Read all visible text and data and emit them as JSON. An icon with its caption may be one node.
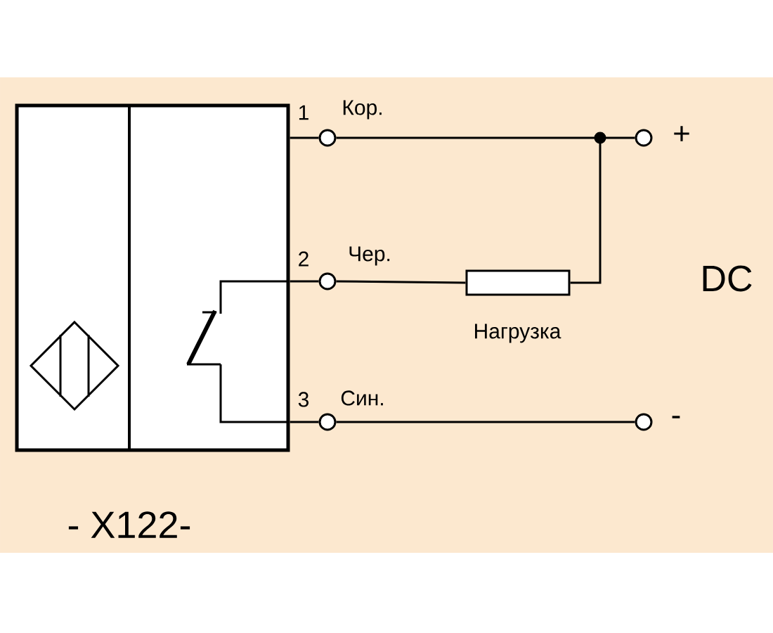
{
  "diagram": {
    "nodes": [
      {
        "text": [],
        "shape": "box"
      },
      {
        "text": [],
        "shape": "circle",
        "beside": [
          "1",
          "Кор."
        ]
      },
      {
        "text": [],
        "shape": "circle",
        "beside": [
          "2",
          "Чер."
        ]
      },
      {
        "text": [],
        "shape": "circle",
        "beside": [
          "3",
          "Син."
        ]
      },
      {
        "text": [],
        "shape": "dot"
      },
      {
        "text": [],
        "shape": "circle",
        "beside": [
          "+"
        ]
      },
      {
        "text": [],
        "shape": "box",
        "beside": [
          "Нагрузка"
        ]
      },
      {
        "text": [],
        "shape": "circle",
        "beside": [
          "-"
        ]
      }
    ],
    "edges": [
      {
        "from": 0,
        "to": 1,
        "arrow": "none"
      },
      {
        "from": 0,
        "to": 2,
        "arrow": "none"
      },
      {
        "from": 0,
        "to": 3,
        "arrow": "none"
      },
      {
        "from": 1,
        "to": 4,
        "arrow": "none"
      },
      {
        "from": 4,
        "to": 5,
        "arrow": "none"
      },
      {
        "from": 4,
        "to": 6,
        "arrow": "none"
      },
      {
        "from": 6,
        "to": 2,
        "arrow": "none"
      },
      {
        "from": 3,
        "to": 7,
        "arrow": "none"
      }
    ],
    "labels": [
      "DC",
      "- X122-"
    ]
  }
}
